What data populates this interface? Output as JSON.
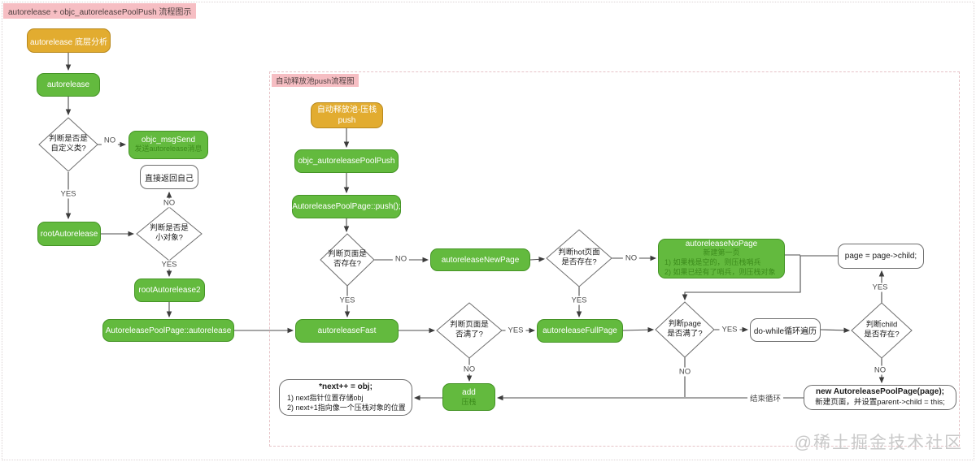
{
  "page": {
    "title": "autorelease +  objc_autoreleasePoolPush 流程图示",
    "watermark": "@稀土掘金技术社区",
    "colors": {
      "node_green": "#63ba3e",
      "node_green_border": "#459426",
      "node_yellow": "#e2ac30",
      "label_pink": "#f6bec3",
      "sub_text_green": "#3c8c1c",
      "line_gray": "#4d4d4d"
    }
  },
  "left_flow": {
    "nodes": {
      "start": {
        "label": "autorelease 底层分析"
      },
      "autorelease": {
        "label": "autorelease"
      },
      "d_custom_class": {
        "line1": "判断是否是",
        "line2": "自定义类?"
      },
      "objc_msgsend": {
        "label": "objc_msgSend",
        "sub": "发送autorelease消息"
      },
      "return_self": {
        "label": "直接返回自己"
      },
      "root_autorelease": {
        "label": "rootAutorelease"
      },
      "d_small_object": {
        "line1": "判断是否是",
        "line2": "小对象?"
      },
      "root_autorelease2": {
        "label": "rootAutorelease2"
      },
      "pool_page_autorelease": {
        "label": "AutoreleasePoolPage::autorelease"
      }
    },
    "labels": {
      "no_custom": "NO",
      "yes_custom": "YES",
      "no_small": "NO",
      "yes_small": "YES"
    }
  },
  "push_flow": {
    "title": "自动释放池push流程图",
    "nodes": {
      "start": {
        "line1": "自动释放池-压栈",
        "line2": "push"
      },
      "pool_push": {
        "label": "objc_autoreleasePoolPush"
      },
      "page_push": {
        "label": "AutoreleasePoolPage::push();"
      },
      "d_page_exists": {
        "line1": "判断页面是",
        "line2": "否存在?"
      },
      "new_page": {
        "label": "autoreleaseNewPage"
      },
      "d_hot_page": {
        "line1": "判断hot页面",
        "line2": "是否存在?"
      },
      "no_page": {
        "label": "autoreleaseNoPage",
        "sub": "新建第一页",
        "item1": "1) 如果栈是空的，则压栈哨兵",
        "item2": "2) 如果已经有了哨兵，则压栈对象"
      },
      "page_child": {
        "label": "page = page->child;"
      },
      "d_child_exists": {
        "line1": "判断child",
        "line2": "是否存在?"
      },
      "fast": {
        "label": "autoreleaseFast"
      },
      "d_page_full": {
        "line1": "判断页面是",
        "line2": "否满了?"
      },
      "full_page": {
        "label": "autoreleaseFullPage"
      },
      "d_page_full2": {
        "line1": "判断page",
        "line2": "是否满了?"
      },
      "do_while": {
        "label": "do-while循环遍历"
      },
      "new_pool_page": {
        "line1": "new AutoreleasePoolPage(page);",
        "line2": "新建页面，并设置parent->child = this;"
      },
      "add": {
        "label": "add",
        "sub": "压栈"
      },
      "next_obj": {
        "title": "*next++ = obj;",
        "item1": "1)  next指针位置存储obj",
        "item2": "2)  next+1指向像一个压栈对象的位置"
      }
    },
    "labels": {
      "no_page": "NO",
      "yes_page": "YES",
      "no_hot": "NO",
      "yes_hot": "YES",
      "yes_page_full": "YES",
      "no_page_full": "NO",
      "yes_page2": "YES",
      "no_page2": "NO",
      "yes_child": "YES",
      "no_child": "NO",
      "end_loop": "结束循环"
    }
  }
}
